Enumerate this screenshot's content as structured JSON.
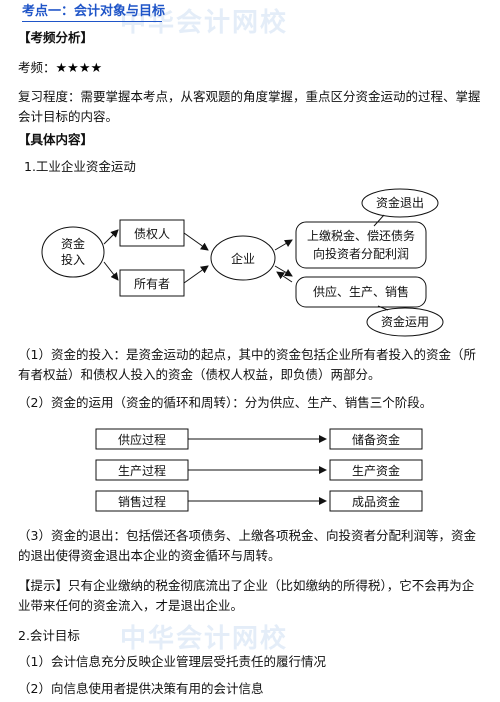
{
  "title": "考点一：会计对象与目标",
  "freq_header": "【考频分析】",
  "freq_label": "考频：",
  "freq_stars": "★★★★",
  "review": "复习程度：需要掌握本考点，从客观题的角度掌握，重点区分资金运动的过程、掌握会计目标的内容。",
  "content_header": "【具体内容】",
  "section1": "1.工业企业资金运动",
  "diagram1": {
    "input": "资金投入",
    "creditor": "债权人",
    "owner": "所有者",
    "enterprise": "企业",
    "exit_box": "上缴税金、偿还债务向投资者分配利润",
    "exit_callout": "资金退出",
    "use_box": "供应、生产、销售",
    "use_callout": "资金运用"
  },
  "point1": "（1）资金的投入：是资金运动的起点，其中的资金包括企业所有者投入的资金（所有者权益）和债权人投入的资金（债权人权益，即负债）两部分。",
  "point2": "（2）资金的运用（资金的循环和周转）：分为供应、生产、销售三个阶段。",
  "diagram2": {
    "rows": [
      {
        "process": "供应过程",
        "result": "储备资金"
      },
      {
        "process": "生产过程",
        "result": "生产资金"
      },
      {
        "process": "销售过程",
        "result": "成品资金"
      }
    ]
  },
  "point3": "（3）资金的退出：包括偿还各项债务、上缴各项税金、向投资者分配利润等，资金的退出使得资金退出本企业的资金循环与周转。",
  "tip": "【提示】只有企业缴纳的税金彻底流出了企业（比如缴纳的所得税），它不会再为企业带来任何的资金流入，才是退出企业。",
  "section2": "2.会计目标",
  "goal1": "（1）会计信息充分反映企业管理层受托责任的履行情况",
  "goal2": "（2）向信息使用者提供决策有用的会计信息"
}
